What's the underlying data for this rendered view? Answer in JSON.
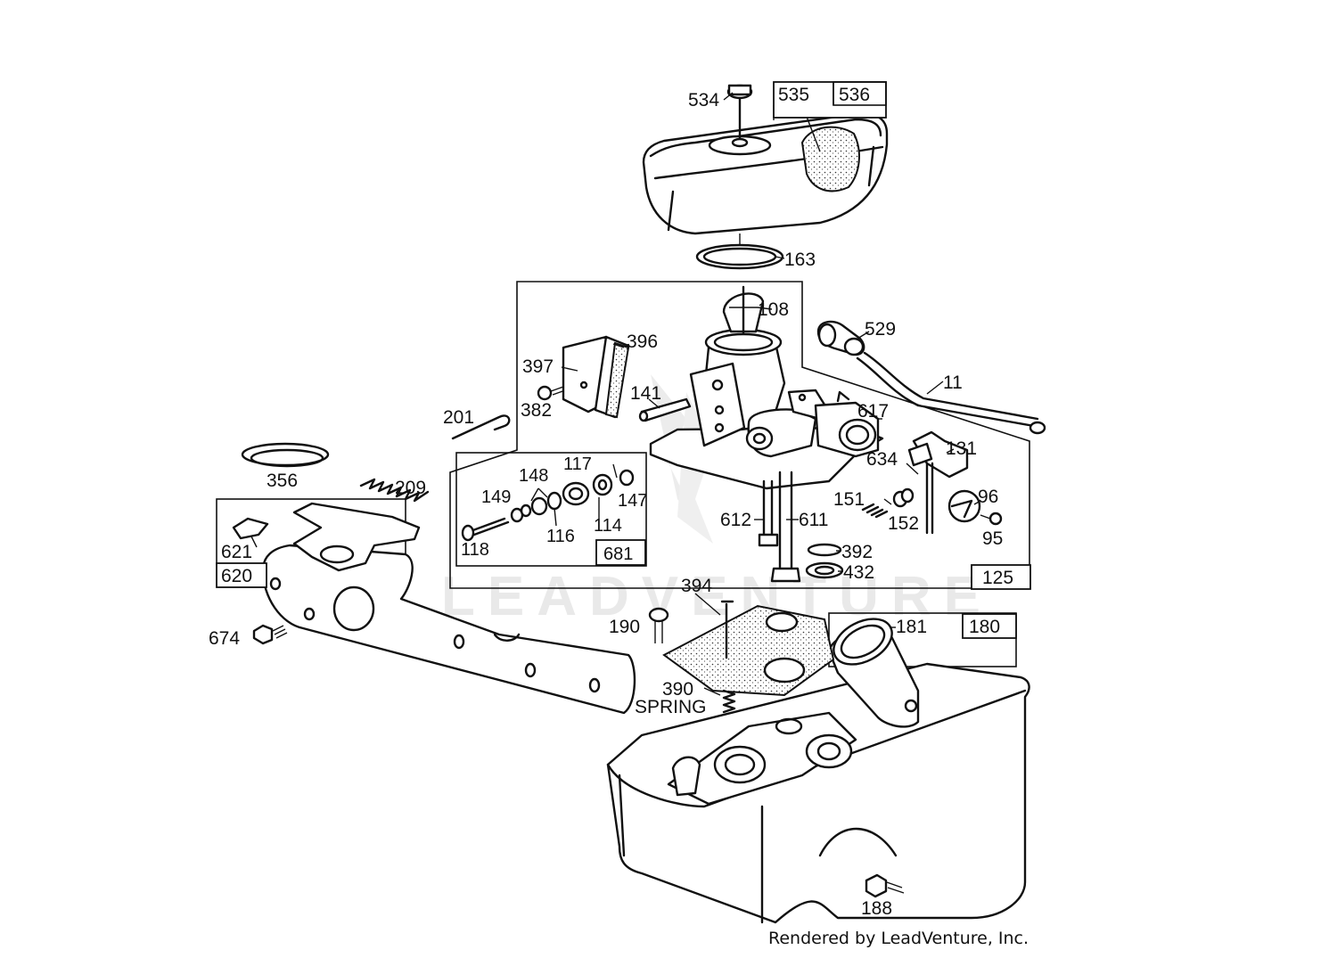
{
  "watermark": "LEADVENTURE",
  "credit": "Rendered by LeadVenture, Inc.",
  "callouts": {
    "p534": "534",
    "p535": "535",
    "p536": "536",
    "p163": "163",
    "p108": "108",
    "p529": "529",
    "p11": "11",
    "p396": "396",
    "p397": "397",
    "p382": "382",
    "p141": "141",
    "p201": "201",
    "p617": "617",
    "p131": "131",
    "p634": "634",
    "p356": "356",
    "p209": "209",
    "p148": "148",
    "p117": "117",
    "p149": "149",
    "p147": "147",
    "p114": "114",
    "p116": "116",
    "p118": "118",
    "p681": "681",
    "p151": "151",
    "p96": "96",
    "p152": "152",
    "p95": "95",
    "p612": "612",
    "p611": "611",
    "p392": "392",
    "p432": "432",
    "p621": "621",
    "p620": "620",
    "p125": "125",
    "p394": "394",
    "p181": "181",
    "p180": "180",
    "p190": "190",
    "p674": "674",
    "p390": "390",
    "spring": "SPRING",
    "p188": "188"
  }
}
